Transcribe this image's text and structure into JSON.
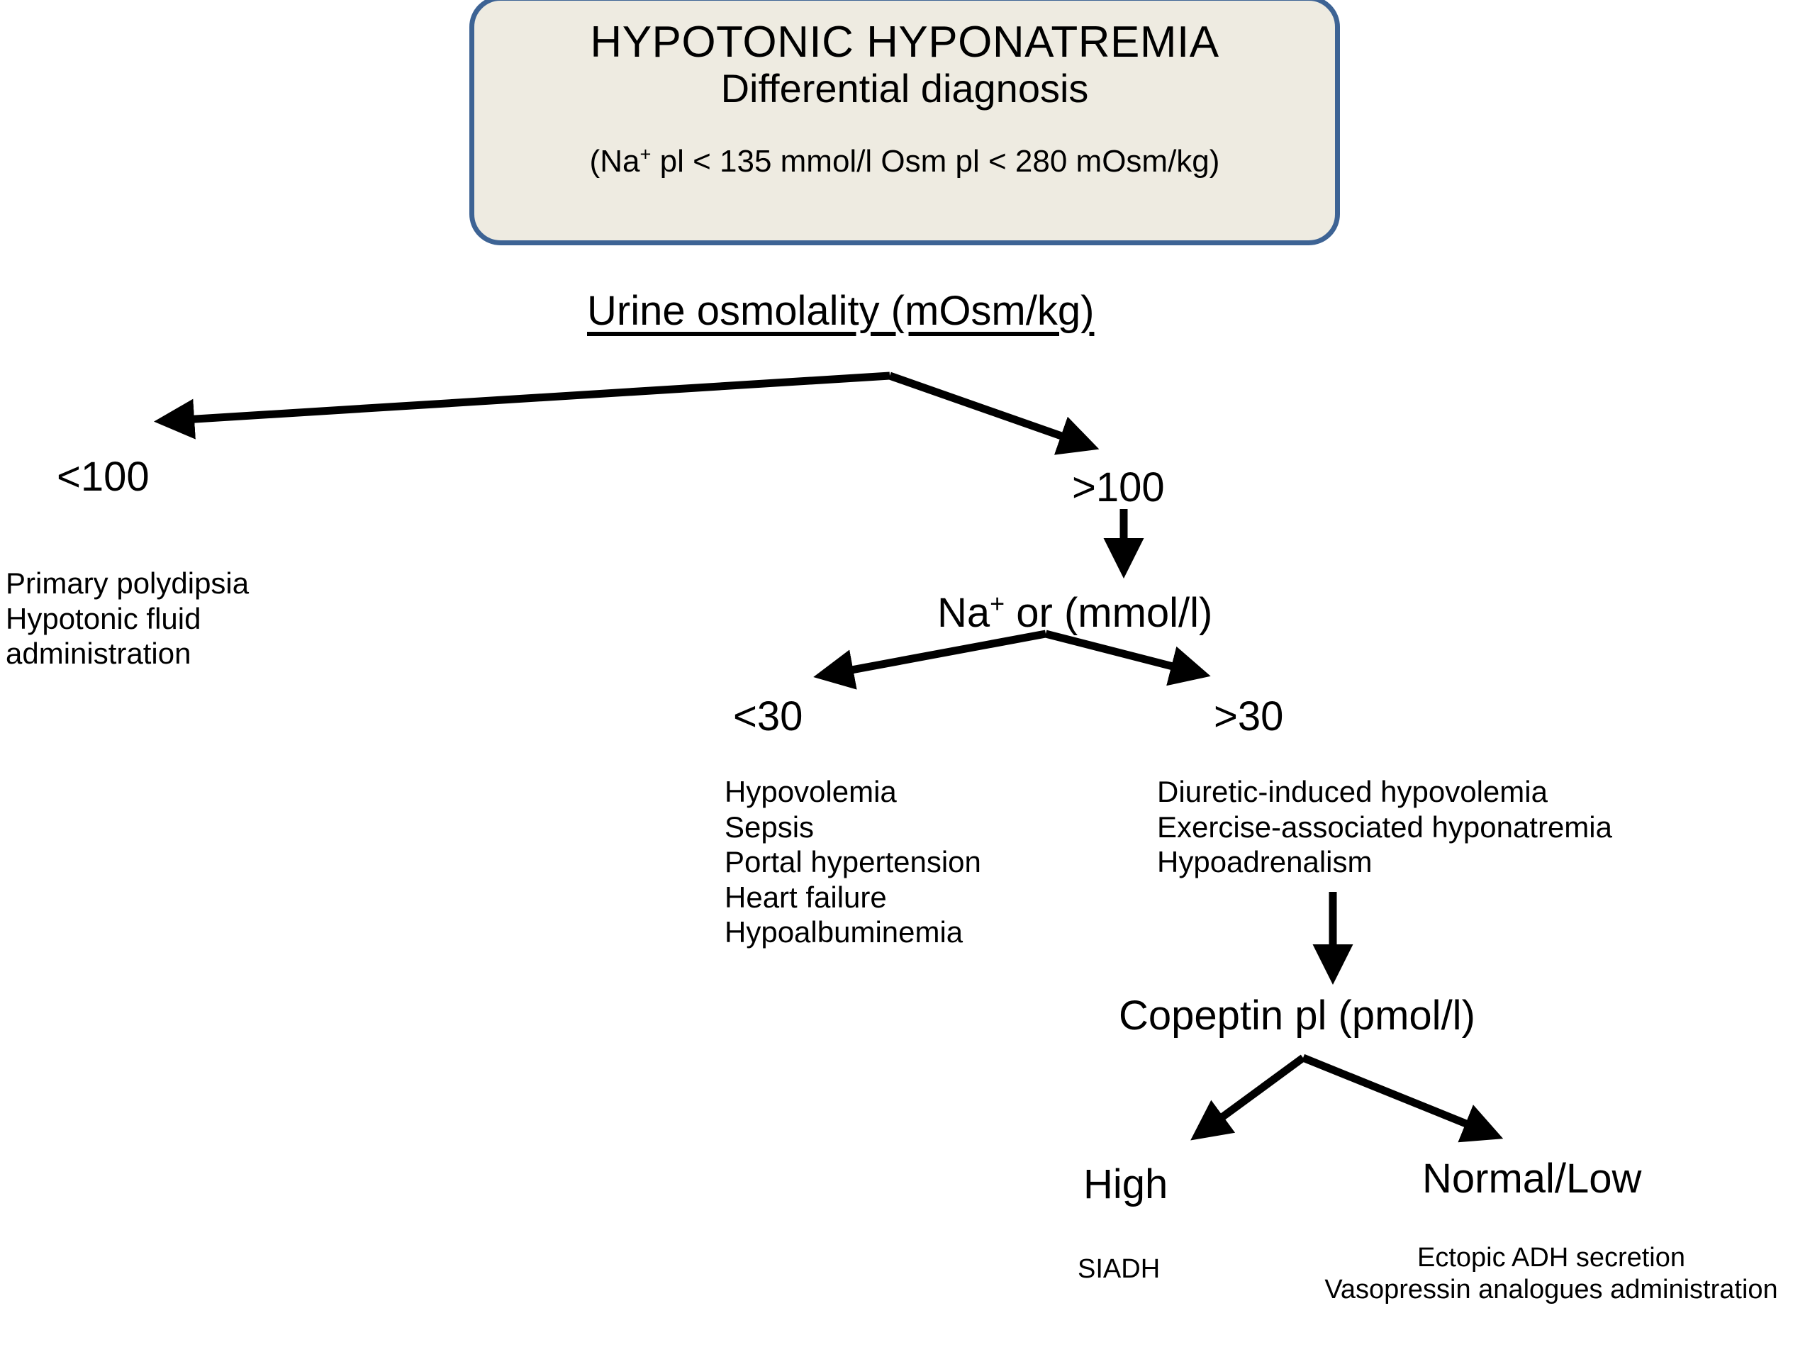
{
  "colors": {
    "box_fill": "#EEEBE1",
    "box_border": "#3D6394",
    "text": "#000000",
    "arrow": "#000000",
    "background": "#FFFFFF"
  },
  "header": {
    "title": "HYPOTONIC HYPONATREMIA",
    "subtitle": "Differential diagnosis",
    "criteria_prefix": "(Na",
    "criteria_superscript": "+",
    "criteria_rest": " pl < 135 mmol/l  Osm pl < 280 mOsm/kg)"
  },
  "flow": {
    "root_decision": {
      "label": "Urine osmolality (mOsm/kg)",
      "underlined": true
    },
    "branch_low": {
      "label": "<100",
      "conditions": [
        "Primary polydipsia",
        "Hypotonic fluid",
        "administration"
      ]
    },
    "branch_high": {
      "label": ">100"
    },
    "second_decision": {
      "prefix": "Na",
      "superscript": "+",
      "rest": " or (mmol/l)"
    },
    "branch_na_low": {
      "label": "<30",
      "conditions": [
        "Hypovolemia",
        "Sepsis",
        "Portal hypertension",
        "Heart failure",
        "Hypoalbuminemia"
      ]
    },
    "branch_na_high": {
      "label": ">30",
      "conditions": [
        "Diuretic-induced hypovolemia",
        "Exercise-associated hyponatremia",
        "Hypoadrenalism"
      ]
    },
    "third_decision": {
      "label": "Copeptin pl (pmol/l)"
    },
    "branch_copeptin_high": {
      "label": "High",
      "conditions": [
        "SIADH"
      ]
    },
    "branch_copeptin_normal": {
      "label": "Normal/Low",
      "conditions": [
        "Ectopic ADH secretion",
        "Vasopressin analogues administration"
      ]
    }
  }
}
